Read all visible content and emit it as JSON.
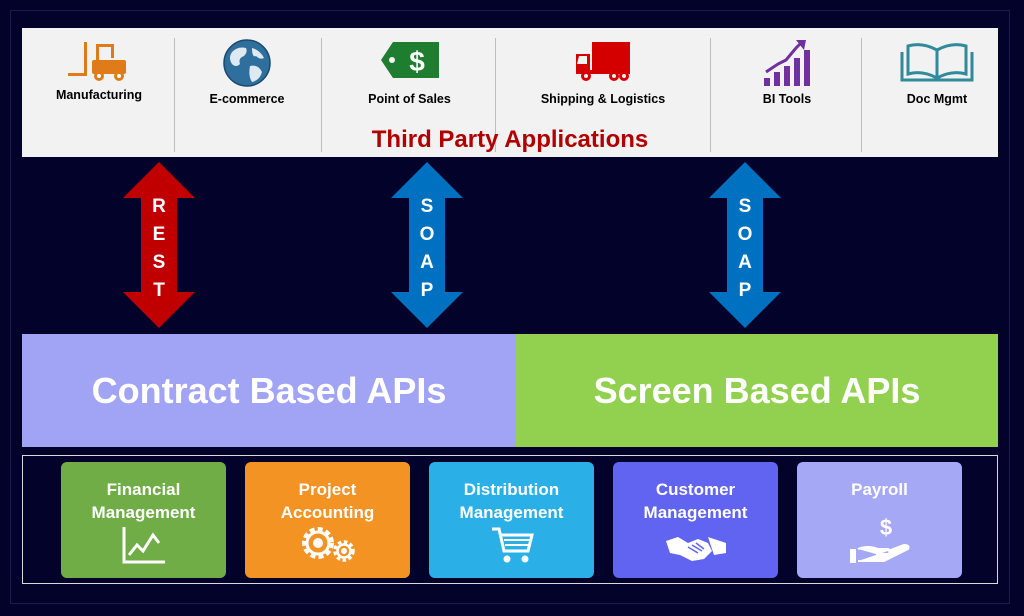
{
  "third_party": {
    "title": "Third Party Applications",
    "apps": [
      {
        "label": "Manufacturing",
        "icon": "forklift-icon"
      },
      {
        "label": "E-commerce",
        "icon": "globe-icon"
      },
      {
        "label": "Point of Sales",
        "icon": "price-tag-icon"
      },
      {
        "label": "Shipping & Logistics",
        "icon": "truck-icon"
      },
      {
        "label": "BI Tools",
        "icon": "growth-chart-icon"
      },
      {
        "label": "Doc Mgmt",
        "icon": "open-book-icon"
      }
    ]
  },
  "arrows": [
    {
      "letters": [
        "R",
        "E",
        "S",
        "T"
      ],
      "color": "#c00000"
    },
    {
      "letters": [
        "S",
        "O",
        "A",
        "P"
      ],
      "color": "#0070c0"
    },
    {
      "letters": [
        "S",
        "O",
        "A",
        "P"
      ],
      "color": "#0070c0"
    }
  ],
  "apis": {
    "contract": "Contract Based APIs",
    "screen": "Screen Based APIs"
  },
  "modules": [
    {
      "lines": [
        "Financial",
        "Management"
      ],
      "icon": "line-chart-icon",
      "color": "#70ad47"
    },
    {
      "lines": [
        "Project",
        "Accounting"
      ],
      "icon": "gears-icon",
      "color": "#f39324"
    },
    {
      "lines": [
        "Distribution",
        "Management"
      ],
      "icon": "shopping-cart-icon",
      "color": "#2ab0e6"
    },
    {
      "lines": [
        "Customer",
        "Management"
      ],
      "icon": "handshake-icon",
      "color": "#6164f0"
    },
    {
      "lines": [
        "Payroll"
      ],
      "icon": "money-hand-icon",
      "color": "#a5a8f5"
    }
  ]
}
